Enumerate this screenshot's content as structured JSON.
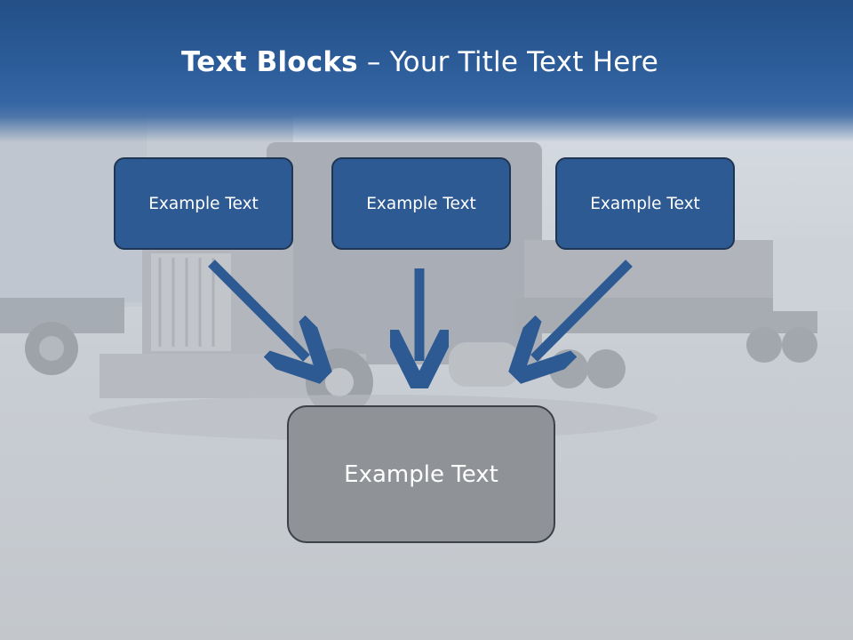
{
  "slide": {
    "title_bold": "Text Blocks",
    "title_separator": " – ",
    "title_rest": "Your Title Text Here"
  },
  "boxes": [
    {
      "label": "Example Text"
    },
    {
      "label": "Example Text"
    },
    {
      "label": "Example Text"
    }
  ],
  "result_box": {
    "label": "Example Text"
  },
  "colors": {
    "header_blue": "#2c5c98",
    "box_blue": "#2e5a93",
    "box_border": "#1f3554",
    "arrow_blue": "#2e5a93",
    "result_gray": "#8f9296"
  }
}
